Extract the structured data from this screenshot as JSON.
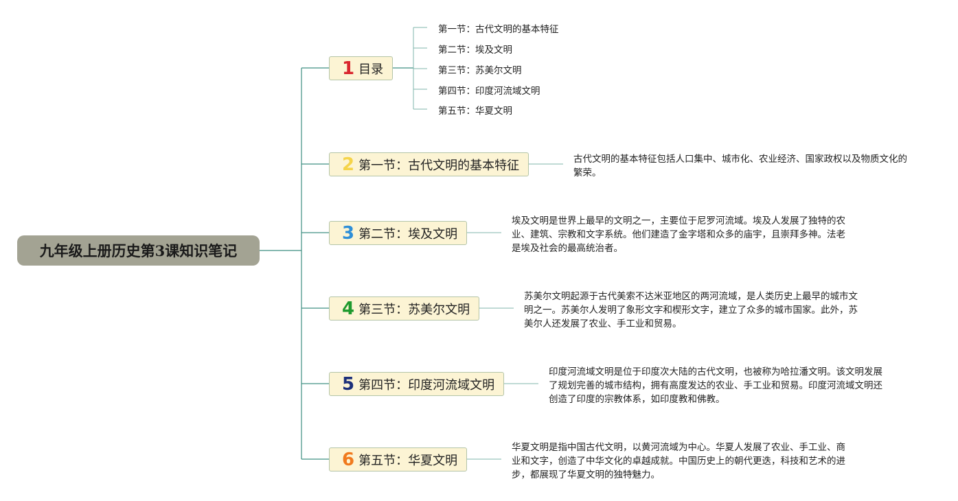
{
  "root": {
    "title": "九年级上册历史第3课知识笔记"
  },
  "toc": {
    "label": "目录",
    "number": "1",
    "number_color": "#d9262e",
    "items": [
      "第一节：古代文明的基本特征",
      "第二节：埃及文明",
      "第三节：苏美尔文明",
      "第四节：印度河流域文明",
      "第五节：华夏文明"
    ]
  },
  "sections": [
    {
      "number": "2",
      "number_color": "#f5d44a",
      "label": "第一节：古代文明的基本特征",
      "description": "古代文明的基本特征包括人口集中、城市化、农业经济、国家政权以及物质文化的繁荣。"
    },
    {
      "number": "3",
      "number_color": "#2f8fd8",
      "label": "第二节：埃及文明",
      "description": "埃及文明是世界上最早的文明之一，主要位于尼罗河流域。埃及人发展了独特的农业、建筑、宗教和文字系统。他们建造了金字塔和众多的庙宇，且崇拜多神。法老是埃及社会的最高统治者。"
    },
    {
      "number": "4",
      "number_color": "#1f9a2e",
      "label": "第三节：苏美尔文明",
      "description": "苏美尔文明起源于古代美索不达米亚地区的两河流域，是人类历史上最早的城市文明之一。苏美尔人发明了象形文字和楔形文字，建立了众多的城市国家。此外，苏美尔人还发展了农业、手工业和贸易。"
    },
    {
      "number": "5",
      "number_color": "#1c2f7a",
      "label": "第四节：印度河流域文明",
      "description": "印度河流域文明是位于印度次大陆的古代文明，也被称为哈拉潘文明。该文明发展了规划完善的城市结构，拥有高度发达的农业、手工业和贸易。印度河流域文明还创造了印度的宗教体系，如印度教和佛教。"
    },
    {
      "number": "6",
      "number_color": "#f07a1e",
      "label": "第五节：华夏文明",
      "description": "华夏文明是指中国古代文明，以黄河流域为中心。华夏人发展了农业、手工业、商业和文字，创造了中华文化的卓越成就。中国历史上的朝代更迭，科技和艺术的进步，都展现了华夏文明的独特魅力。"
    }
  ]
}
